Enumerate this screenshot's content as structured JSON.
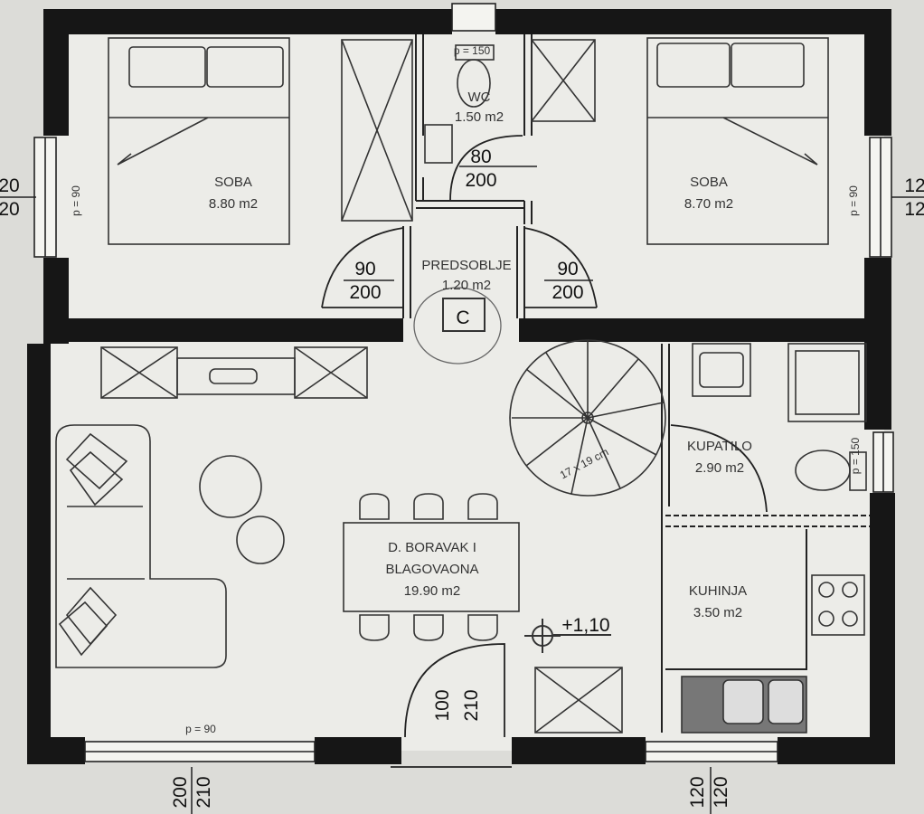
{
  "rooms": {
    "soba_left": {
      "name": "SOBA",
      "area": "8.80 m2"
    },
    "soba_right": {
      "name": "SOBA",
      "area": "8.70 m2"
    },
    "wc": {
      "name": "WC",
      "area": "1.50 m2"
    },
    "predsoblje": {
      "name": "PREDSOBLJE",
      "area": "1.20 m2"
    },
    "boravak": {
      "line1": "D. BORAVAK I",
      "line2": "BLAGOVAONA",
      "area": "19.90 m2"
    },
    "kupatilo": {
      "name": "KUPATILO",
      "area": "2.90 m2"
    },
    "kuhinja": {
      "name": "KUHINJA",
      "area": "3.50 m2"
    }
  },
  "doors": {
    "wc_door": {
      "w": "80",
      "h": "200"
    },
    "hall_left": {
      "w": "90",
      "h": "200"
    },
    "hall_right": {
      "w": "90",
      "h": "200"
    },
    "entrance": {
      "w": "100",
      "h": "210"
    }
  },
  "windows": {
    "wc_top": "p = 150",
    "left_room": "p = 90",
    "right_room": "p = 90",
    "bath": "p = 150",
    "bottom_left": "p = 90"
  },
  "stair": {
    "label": "17 x 19 cm"
  },
  "level": "+1,10",
  "chimney": "C",
  "dims": {
    "left_a": "20",
    "left_b": "20",
    "right_a": "12",
    "right_b": "12",
    "bottom_left_a": "200",
    "bottom_left_b": "210",
    "bottom_right_a": "120",
    "bottom_right_b": "120"
  }
}
